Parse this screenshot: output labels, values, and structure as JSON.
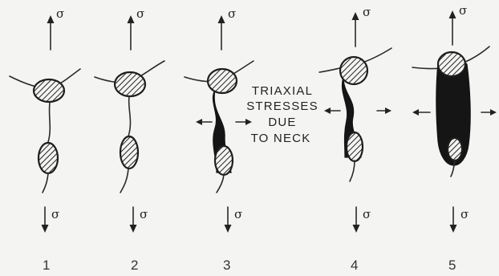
{
  "stress_symbol": "σ",
  "annotation_lines": [
    "TRIAXIAL",
    "STRESSES",
    "DUE",
    "TO NECK"
  ],
  "stages": [
    {
      "label": "1"
    },
    {
      "label": "2"
    },
    {
      "label": "3"
    },
    {
      "label": "4"
    },
    {
      "label": "5"
    }
  ]
}
